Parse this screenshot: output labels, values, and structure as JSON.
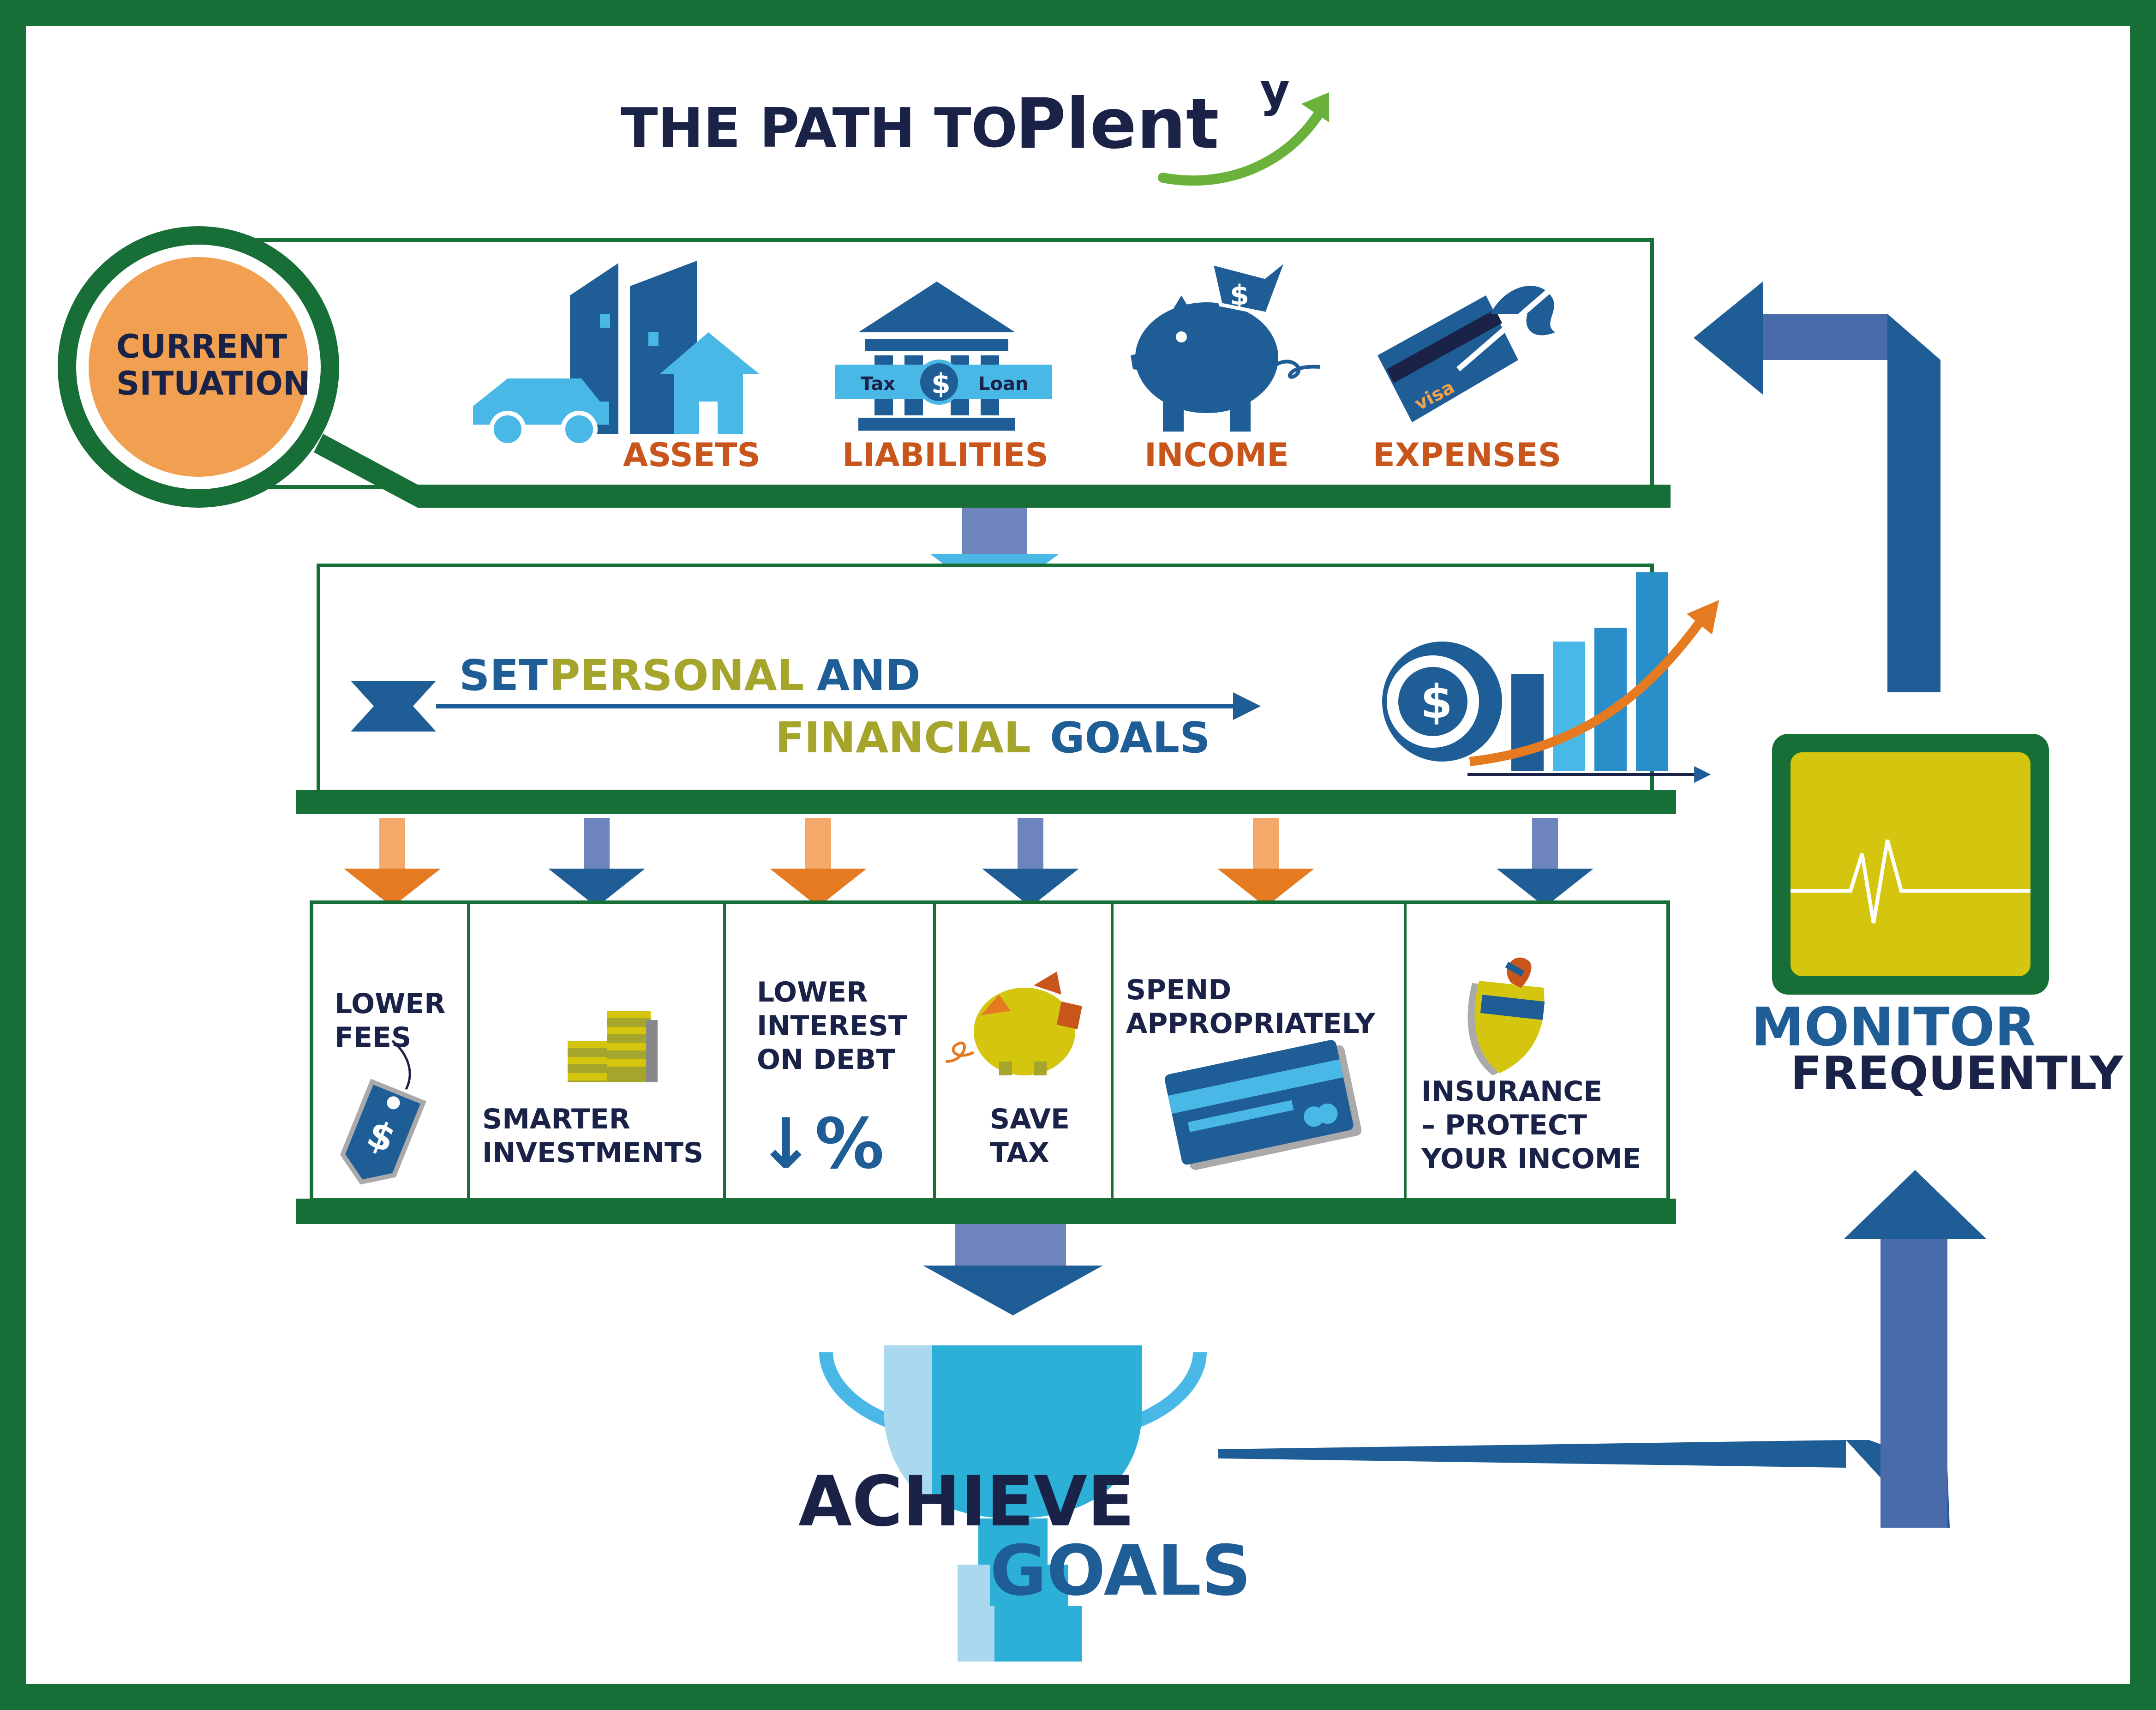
{
  "title": {
    "prefix": "THE PATH TO",
    "brand": "Plent",
    "brand_super": "y"
  },
  "current_situation": {
    "label_line1": "CURRENT",
    "label_line2": "SITUATION",
    "items": [
      "ASSETS",
      "LIABILITIES",
      "INCOME",
      "EXPENSES"
    ],
    "liabilities_icon_labels": {
      "left": "Tax",
      "right": "Loan",
      "symbol": "$"
    },
    "income_icon_symbol": "$",
    "expenses_card_brand": "visa"
  },
  "goals": {
    "line1": {
      "a": "SET",
      "b": "PERSONAL",
      "c": "AND"
    },
    "line2": {
      "a": "FINANCIAL",
      "b": "GOALS"
    },
    "coin_symbol": "$"
  },
  "strategies": [
    {
      "lines": [
        "LOWER",
        "FEES"
      ],
      "icon": "price-tag-icon",
      "icon_symbol": "$"
    },
    {
      "lines": [
        "SMARTER",
        "INVESTMENTS"
      ],
      "icon": "coins-stack-icon"
    },
    {
      "lines": [
        "LOWER",
        "INTEREST",
        "ON DEBT"
      ],
      "icon": "percent-down-icon",
      "icon_symbol": "↓%"
    },
    {
      "lines": [
        "SAVE",
        "TAX"
      ],
      "icon": "piggy-bank-icon"
    },
    {
      "lines": [
        "SPEND",
        "APPROPRIATELY"
      ],
      "icon": "credit-card-icon"
    },
    {
      "lines": [
        "INSURANCE",
        "– PROTECT",
        "YOUR INCOME"
      ],
      "icon": "shield-money-icon"
    }
  ],
  "achieve": {
    "line1": "ACHIEVE",
    "line2": "GOALS"
  },
  "monitor": {
    "line1": "MONITOR",
    "line2": "FREQUENTLY"
  },
  "colors": {
    "frame_green": "#186e37",
    "navy": "#1a2248",
    "blue": "#1f5d96",
    "light_blue": "#4ab8e6",
    "orange": "#c8561c",
    "olive": "#a4a52a",
    "yellow_screen": "#d4c60f",
    "orange_magnifier": "#f0a050"
  }
}
